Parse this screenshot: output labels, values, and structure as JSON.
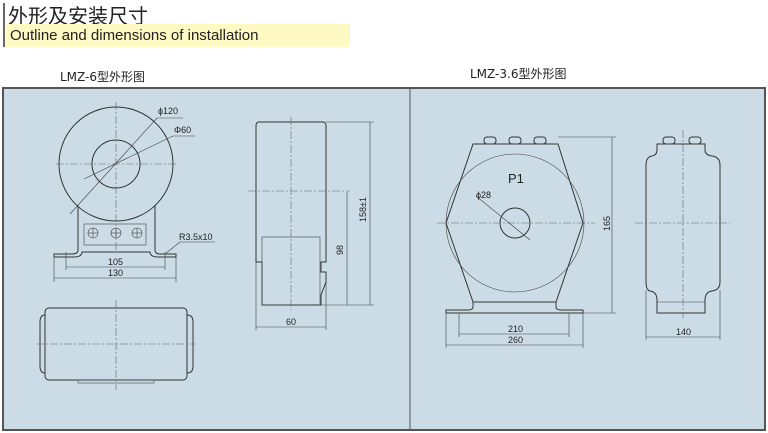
{
  "header": {
    "title_cn": "外形及安装尺寸",
    "title_en": "Outline and dimensions of installation"
  },
  "colors": {
    "panel": "#cbdce7",
    "highlight": "#fff9c4"
  },
  "drawings": [
    {
      "caption": "LMZ-6型外形图",
      "dims": {
        "outer_dia": "ϕ120",
        "inner_dia": "Φ60",
        "slot": "R3.5x10",
        "hole_span": "105",
        "base_width": "130",
        "height_total": "158±1",
        "height_center": "98",
        "depth": "60"
      }
    },
    {
      "caption": "LMZ-3.6型外形图",
      "mark": "P1",
      "dims": {
        "hole_dia": "ϕ28",
        "hole_span": "210",
        "base_width": "260",
        "height": "165",
        "depth": "140"
      }
    }
  ]
}
